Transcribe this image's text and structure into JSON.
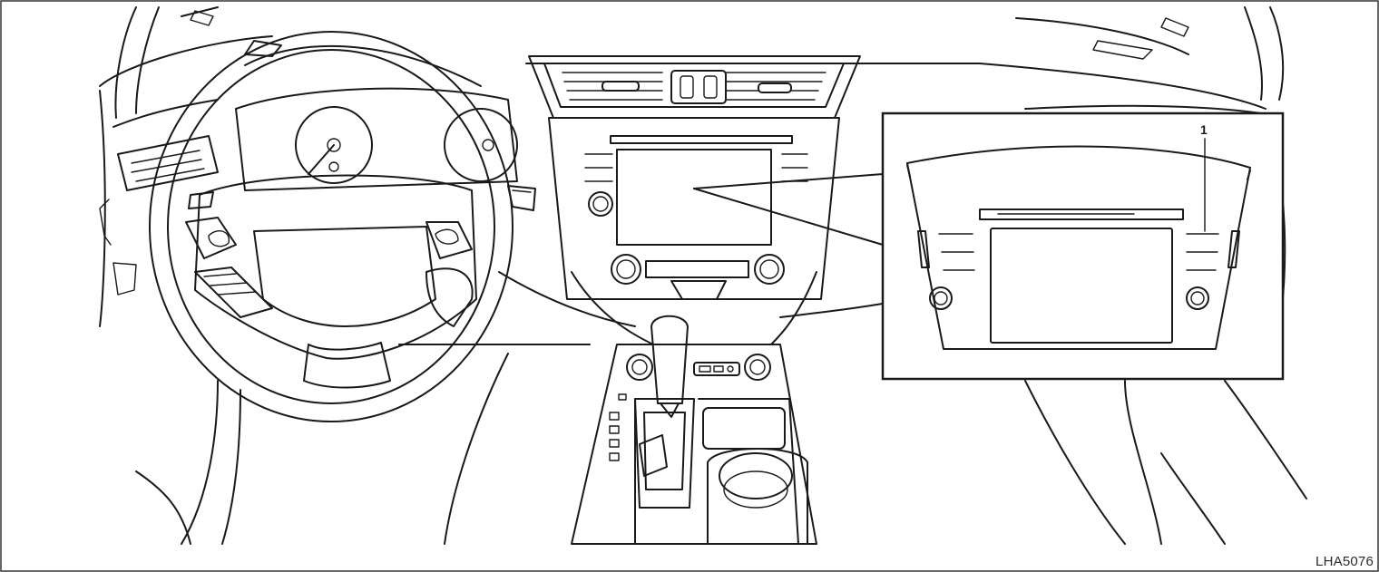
{
  "callouts": [
    {
      "number": "1",
      "target": "display-unit-control-buttons"
    }
  ],
  "figure_code": "LHA5076",
  "colors": {
    "line": "#1a1a1a",
    "background": "#ffffff",
    "frame": "#333333"
  }
}
